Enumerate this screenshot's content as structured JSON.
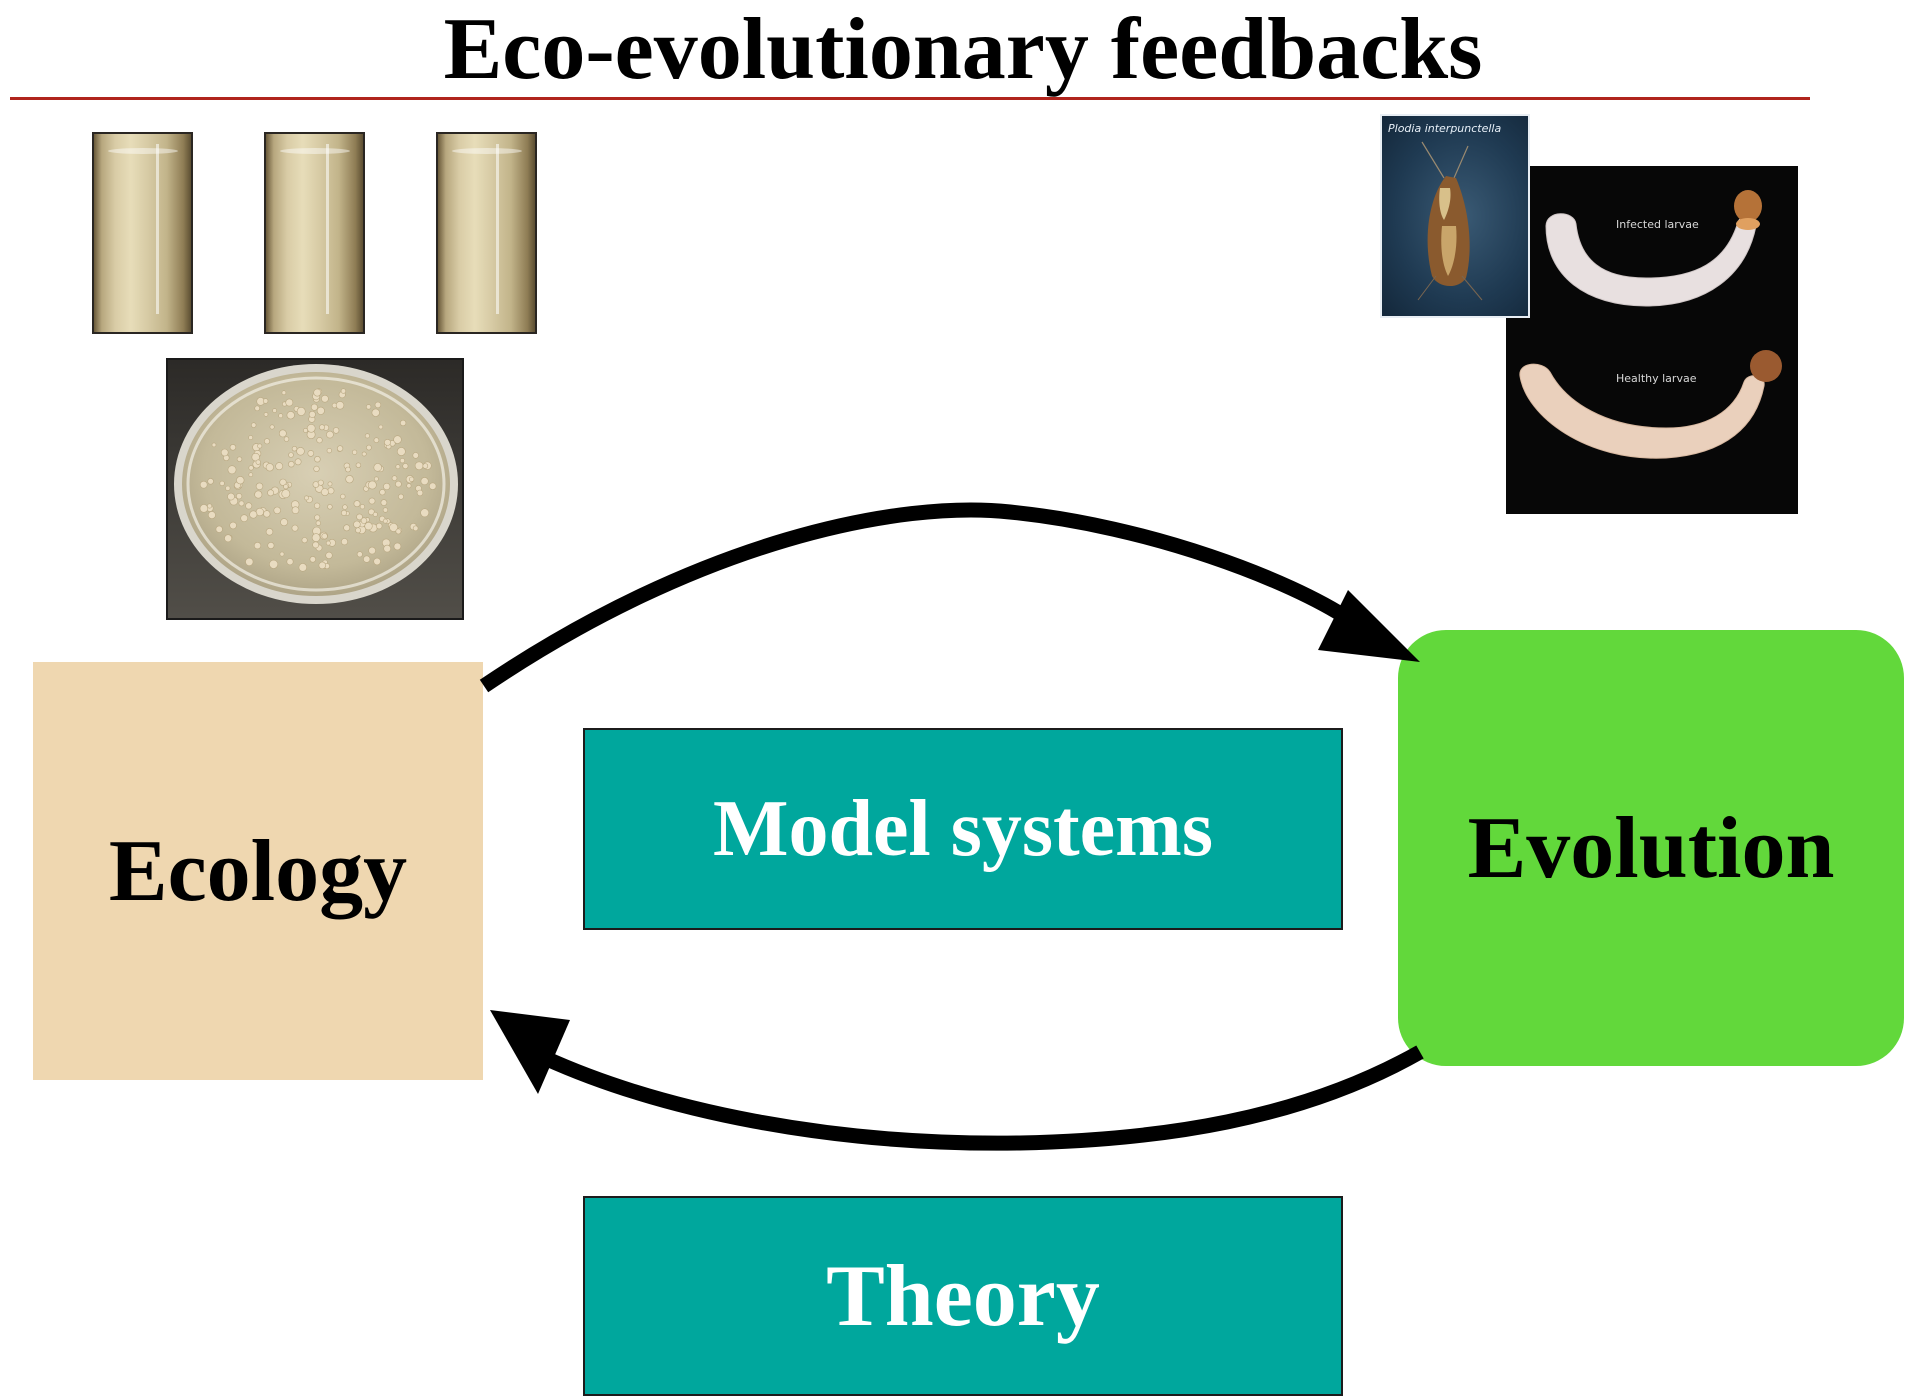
{
  "title": "Eco-evolutionary feedbacks",
  "nodes": {
    "ecology": "Ecology",
    "evolution": "Evolution",
    "model_systems": "Model systems",
    "theory": "Theory"
  },
  "photos": {
    "moth_caption": "Plodia interpunctella",
    "infected_label": "Infected larvae",
    "healthy_label": "Healthy larvae"
  },
  "colors": {
    "title_rule": "#b0241c",
    "ecology_fill": "#efd7b0",
    "evolution_fill": "#62d83b",
    "teal_fill": "#00a79d",
    "arrow": "#000000"
  }
}
